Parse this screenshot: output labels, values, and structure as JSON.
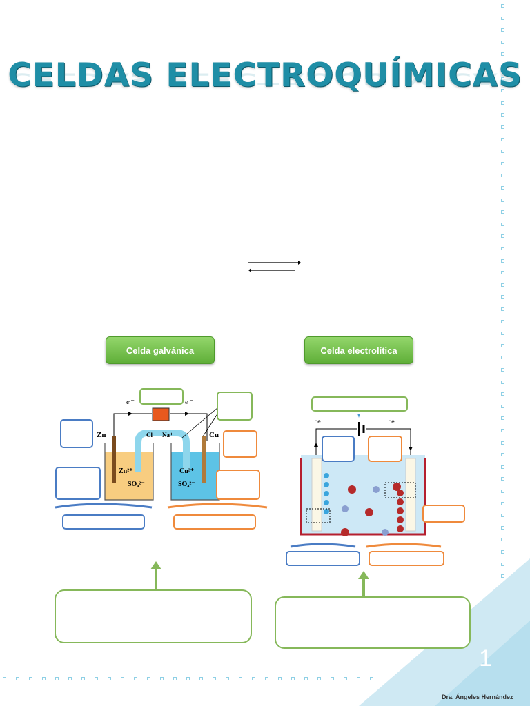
{
  "header": {
    "title": "CELDAS ELECTROQUÍMICAS"
  },
  "buttons": {
    "galvanic": "Celda galvánica",
    "electrolytic": "Celda electrolítica"
  },
  "galvanic_diagram": {
    "electron_left": "e⁻",
    "electron_right": "e⁻",
    "zn": "Zn",
    "cu": "Cu",
    "cl": "Cl⁻",
    "na": "Na⁺",
    "zn_ion": "Zn²⁺",
    "cu_ion": "Cu²⁺",
    "so4_left": "SO₄²⁻",
    "so4_right": "SO₄²⁻"
  },
  "electrolytic_diagram": {
    "e_left": "⁻e",
    "e_right": "⁻e",
    "minus_ion": "-",
    "plus_ion": "+"
  },
  "footer": {
    "page_number": "1",
    "author": "Dra. Ángeles Hernández"
  }
}
